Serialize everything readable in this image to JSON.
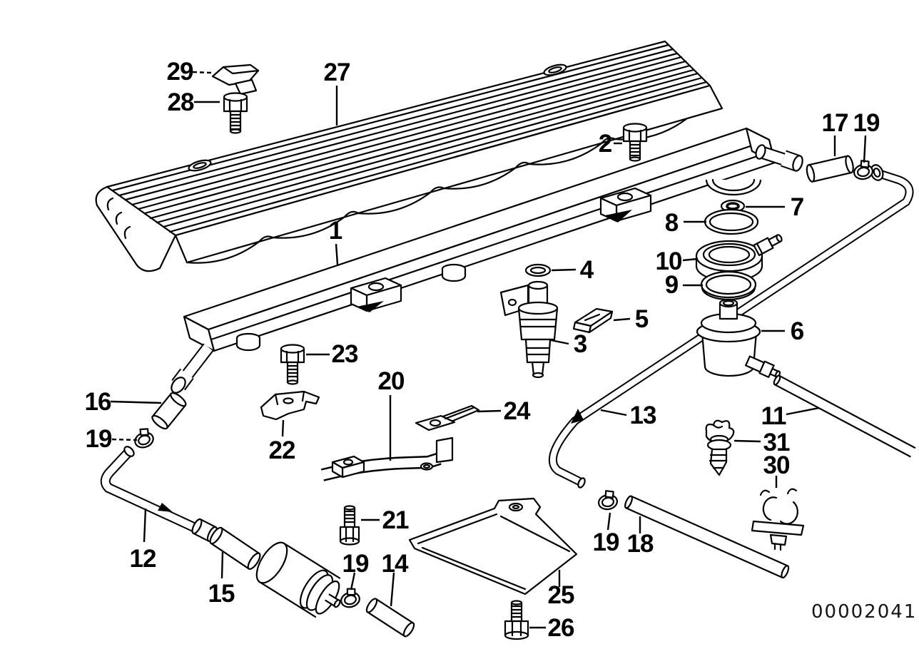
{
  "diagram_id": "00002041",
  "background_color": "#ffffff",
  "line_color": "#000000",
  "callouts": {
    "c1": {
      "label": "1"
    },
    "c2": {
      "label": "2"
    },
    "c3": {
      "label": "3"
    },
    "c4": {
      "label": "4"
    },
    "c5": {
      "label": "5"
    },
    "c6": {
      "label": "6"
    },
    "c7": {
      "label": "7"
    },
    "c8": {
      "label": "8"
    },
    "c9": {
      "label": "9"
    },
    "c10": {
      "label": "10"
    },
    "c11": {
      "label": "11"
    },
    "c12": {
      "label": "12"
    },
    "c13": {
      "label": "13"
    },
    "c14": {
      "label": "14"
    },
    "c15": {
      "label": "15"
    },
    "c16": {
      "label": "16"
    },
    "c17": {
      "label": "17"
    },
    "c18": {
      "label": "18"
    },
    "c19_top_right": {
      "label": "19"
    },
    "c19_left": {
      "label": "19"
    },
    "c19_filter": {
      "label": "19"
    },
    "c19_mid": {
      "label": "19"
    },
    "c20": {
      "label": "20"
    },
    "c21": {
      "label": "21"
    },
    "c22": {
      "label": "22"
    },
    "c23": {
      "label": "23"
    },
    "c24": {
      "label": "24"
    },
    "c25": {
      "label": "25"
    },
    "c26": {
      "label": "26"
    },
    "c27": {
      "label": "27"
    },
    "c28": {
      "label": "28"
    },
    "c29": {
      "label": "29"
    },
    "c30": {
      "label": "30"
    },
    "c31": {
      "label": "31"
    }
  }
}
